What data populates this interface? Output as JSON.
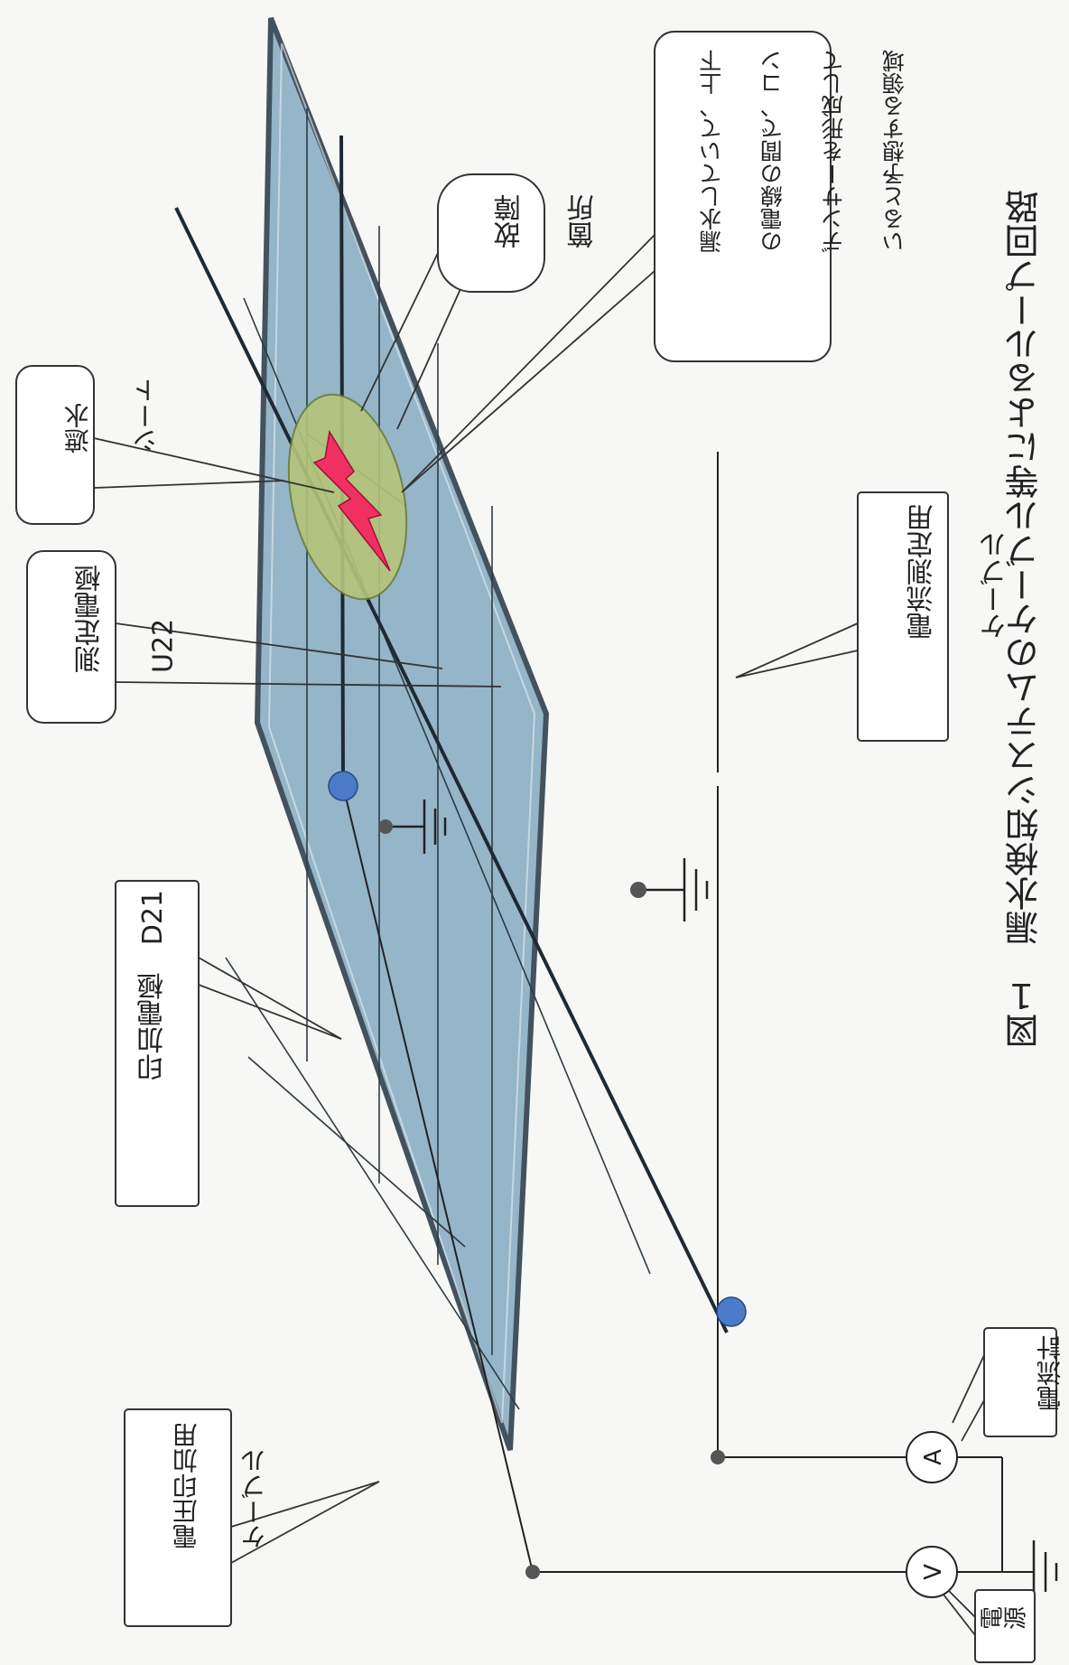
{
  "caption": "図１　漏水検知システムのケーブル等によるループ回路",
  "callouts": {
    "power_source": "電源",
    "ammeter": "電流計",
    "voltage_cable": [
      "電圧印加用",
      "ケーブル"
    ],
    "applied_electrode": "印加電極　D21",
    "measure_electrode": [
      "測定電極",
      "U22"
    ],
    "waterproof_sheet": [
      "遮水",
      "シート"
    ],
    "current_cable": [
      "電流測定用",
      "ケーブル"
    ],
    "fault_location": [
      "故障",
      "箇所"
    ],
    "capacitor_region": [
      "漏水していて、上下",
      "の電線の間で、コン",
      "デンサーを形成して",
      "いると予想する領域"
    ]
  },
  "meters": {
    "voltmeter": "V",
    "ammeter": "A"
  },
  "colors": {
    "sheet": "#8fb3c6",
    "sheet_edge": "#3a4a55",
    "fault_zone": "#b5c47a",
    "fault_bolt": "#f03060",
    "node_blue": "#4a7ac8",
    "node_gray": "#555555"
  }
}
